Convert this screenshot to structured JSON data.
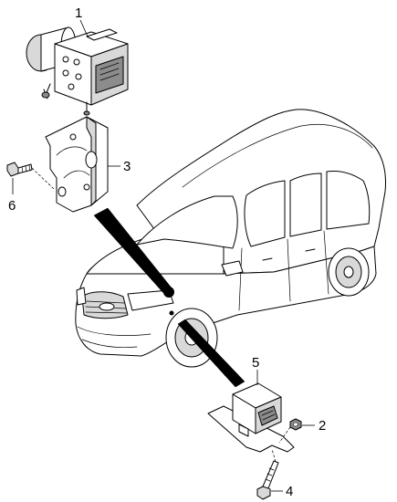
{
  "callouts": [
    {
      "id": "1",
      "label": "1"
    },
    {
      "id": "2",
      "label": "2"
    },
    {
      "id": "3",
      "label": "3"
    },
    {
      "id": "4",
      "label": "4"
    },
    {
      "id": "5",
      "label": "5"
    },
    {
      "id": "6",
      "label": "6"
    }
  ],
  "parts": {
    "abs_hydraulic_unit": "1",
    "nut": "2",
    "bracket": "3",
    "bolt_4": "4",
    "sensor_unit": "5",
    "bolt_6": "6"
  }
}
